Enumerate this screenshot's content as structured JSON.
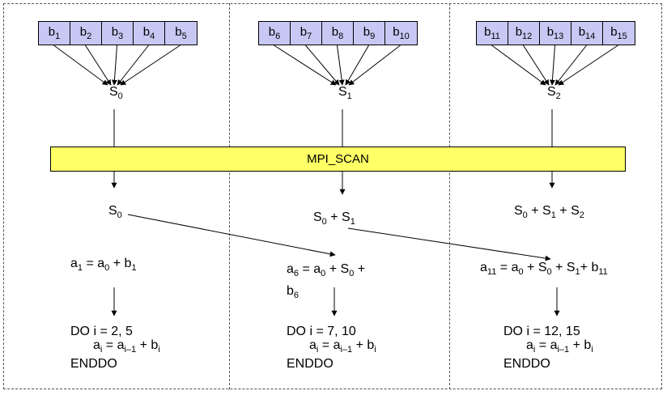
{
  "columns": [
    {
      "cells": [
        {
          "base": "b",
          "sub": "1"
        },
        {
          "base": "b",
          "sub": "2"
        },
        {
          "base": "b",
          "sub": "3"
        },
        {
          "base": "b",
          "sub": "4"
        },
        {
          "base": "b",
          "sub": "5"
        }
      ],
      "partial_sum": {
        "base": "S",
        "sub": "0"
      },
      "scan_result": [
        {
          "base": "S",
          "sub": "0"
        }
      ],
      "first_update": [
        {
          "base": "a",
          "sub": "1"
        },
        {
          "text": " = "
        },
        {
          "base": "a",
          "sub": "0"
        },
        {
          "text": " + "
        },
        {
          "base": "b",
          "sub": "1"
        }
      ],
      "loop_header": "DO i = 2, 5",
      "loop_body": [
        {
          "base": "a",
          "sub": "i"
        },
        {
          "text": " = "
        },
        {
          "base": "a",
          "sub": "i–1"
        },
        {
          "text": " + "
        },
        {
          "base": "b",
          "sub": "i"
        }
      ],
      "loop_end": "ENDDO"
    },
    {
      "cells": [
        {
          "base": "b",
          "sub": "6"
        },
        {
          "base": "b",
          "sub": "7"
        },
        {
          "base": "b",
          "sub": "8"
        },
        {
          "base": "b",
          "sub": "9"
        },
        {
          "base": "b",
          "sub": "10"
        }
      ],
      "partial_sum": {
        "base": "S",
        "sub": "1"
      },
      "scan_result": [
        {
          "base": "S",
          "sub": "0"
        },
        {
          "text": " + "
        },
        {
          "base": "S",
          "sub": "1"
        }
      ],
      "first_update": [
        {
          "base": "a",
          "sub": "6"
        },
        {
          "text": " = "
        },
        {
          "base": "a",
          "sub": "0"
        },
        {
          "text": " + "
        },
        {
          "base": "S",
          "sub": "0"
        },
        {
          "text": " +"
        },
        {
          "br": true
        },
        {
          "base": "b",
          "sub": "6"
        }
      ],
      "loop_header": "DO i = 7, 10",
      "loop_body": [
        {
          "base": "a",
          "sub": "i"
        },
        {
          "text": " = "
        },
        {
          "base": "a",
          "sub": "i–1"
        },
        {
          "text": " + "
        },
        {
          "base": "b",
          "sub": "i"
        }
      ],
      "loop_end": "ENDDO"
    },
    {
      "cells": [
        {
          "base": "b",
          "sub": "11"
        },
        {
          "base": "b",
          "sub": "12"
        },
        {
          "base": "b",
          "sub": "13"
        },
        {
          "base": "b",
          "sub": "14"
        },
        {
          "base": "b",
          "sub": "15"
        }
      ],
      "partial_sum": {
        "base": "S",
        "sub": "2"
      },
      "scan_result": [
        {
          "base": "S",
          "sub": "0"
        },
        {
          "text": " + "
        },
        {
          "base": "S",
          "sub": "1"
        },
        {
          "text": " + "
        },
        {
          "base": "S",
          "sub": "2"
        }
      ],
      "first_update": [
        {
          "base": "a",
          "sub": "11"
        },
        {
          "text": " = "
        },
        {
          "base": "a",
          "sub": "0"
        },
        {
          "text": " + "
        },
        {
          "base": "S",
          "sub": "0"
        },
        {
          "text": " + "
        },
        {
          "base": "S",
          "sub": "1"
        },
        {
          "text": "+ "
        },
        {
          "base": "b",
          "sub": "11"
        }
      ],
      "loop_header": "DO i = 12, 15",
      "loop_body": [
        {
          "base": "a",
          "sub": "i"
        },
        {
          "text": " = "
        },
        {
          "base": "a",
          "sub": "i–1"
        },
        {
          "text": " + "
        },
        {
          "base": "b",
          "sub": "i"
        }
      ],
      "loop_end": "ENDDO"
    }
  ],
  "scan_label": "MPI_SCAN"
}
